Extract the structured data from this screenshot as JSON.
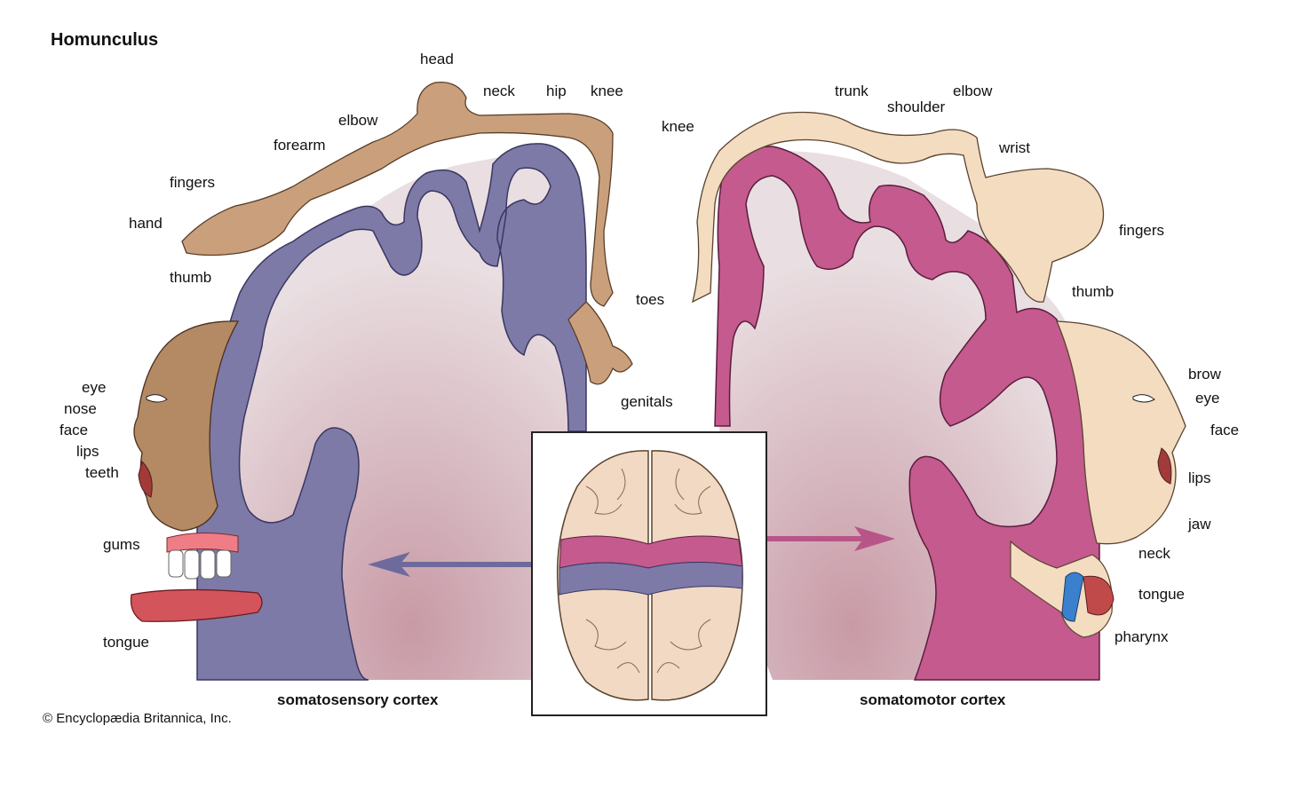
{
  "title": "Homunculus",
  "credit": "© Encyclopædia Britannica, Inc.",
  "captions": {
    "left": "somatosensory cortex",
    "right": "somatomotor cortex"
  },
  "colors": {
    "sensory_cortex": "#7d7aa8",
    "motor_cortex": "#c45a8e",
    "white_matter": "#e8dde0",
    "sensory_figure": "#caa07c",
    "motor_figure": "#f3dcc0",
    "brain": "#f1d9c4"
  },
  "sensory_labels": {
    "head": "head",
    "neck": "neck",
    "hip": "hip",
    "knee": "knee",
    "elbow": "elbow",
    "forearm": "forearm",
    "fingers": "fingers",
    "hand": "hand",
    "thumb": "thumb",
    "toes": "toes",
    "genitals": "genitals",
    "eye": "eye",
    "nose": "nose",
    "face": "face",
    "lips": "lips",
    "teeth": "teeth",
    "gums": "gums",
    "tongue": "tongue"
  },
  "motor_labels": {
    "trunk": "trunk",
    "shoulder": "shoulder",
    "elbow": "elbow",
    "knee": "knee",
    "wrist": "wrist",
    "fingers": "fingers",
    "thumb": "thumb",
    "brow": "brow",
    "eye": "eye",
    "face": "face",
    "lips": "lips",
    "jaw": "jaw",
    "neck": "neck",
    "tongue": "tongue",
    "pharynx": "pharynx"
  }
}
